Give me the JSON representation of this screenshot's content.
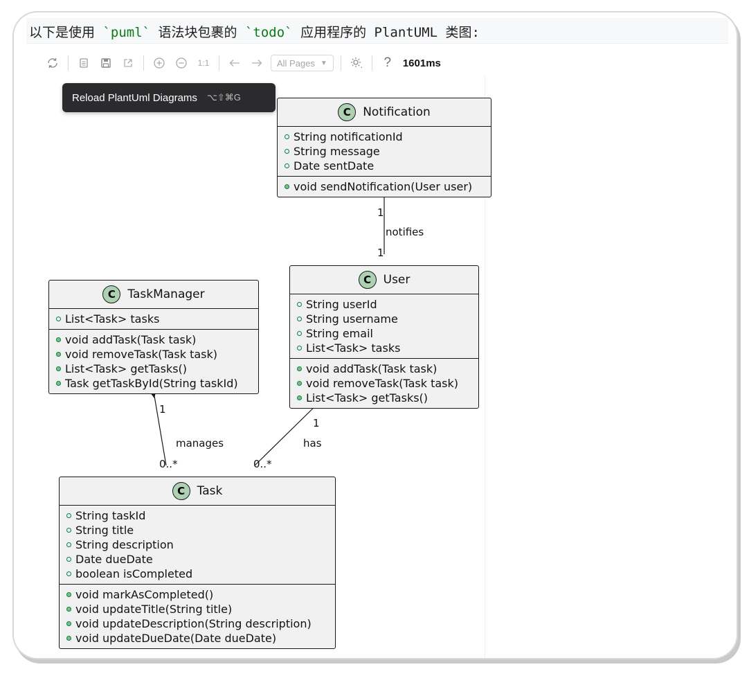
{
  "editor": {
    "prefix": "以下是使用 ",
    "code1": "`puml`",
    "middle": " 语法块包裹的 ",
    "code2": "`todo`",
    "suffix": " 应用程序的 PlantUML 类图:"
  },
  "toolbar": {
    "pages_label": "All Pages",
    "help": "?",
    "render_time": "1601ms",
    "zoom_reset": "1:1"
  },
  "tooltip": {
    "text": "Reload PlantUml Diagrams",
    "shortcut": "⌥⇧⌘G"
  },
  "classes": {
    "notification": {
      "name": "Notification",
      "fields": [
        "String notificationId",
        "String message",
        "Date sentDate"
      ],
      "methods": [
        "void sendNotification(User user)"
      ]
    },
    "user": {
      "name": "User",
      "fields": [
        "String userId",
        "String username",
        "String email",
        "List<Task> tasks"
      ],
      "methods": [
        "void addTask(Task task)",
        "void removeTask(Task task)",
        "List<Task> getTasks()"
      ]
    },
    "taskmanager": {
      "name": "TaskManager",
      "fields": [
        "List<Task> tasks"
      ],
      "methods": [
        "void addTask(Task task)",
        "void removeTask(Task task)",
        "List<Task> getTasks()",
        "Task getTaskById(String taskId)"
      ]
    },
    "task": {
      "name": "Task",
      "fields": [
        "String taskId",
        "String title",
        "String description",
        "Date dueDate",
        "boolean isCompleted"
      ],
      "methods": [
        "void markAsCompleted()",
        "void updateTitle(String title)",
        "void updateDescription(String description)",
        "void updateDueDate(Date dueDate)"
      ]
    }
  },
  "relations": {
    "notifies": {
      "label": "notifies",
      "from_mult": "1",
      "to_mult": "1"
    },
    "manages": {
      "label": "manages",
      "from_mult": "1",
      "to_mult": "0..*"
    },
    "has": {
      "label": "has",
      "from_mult": "1",
      "to_mult": "0..*"
    }
  },
  "colors": {
    "class_bg": "#f1f1f1",
    "badge": "#add1b2",
    "tooltip_bg": "#2b2b2d"
  }
}
